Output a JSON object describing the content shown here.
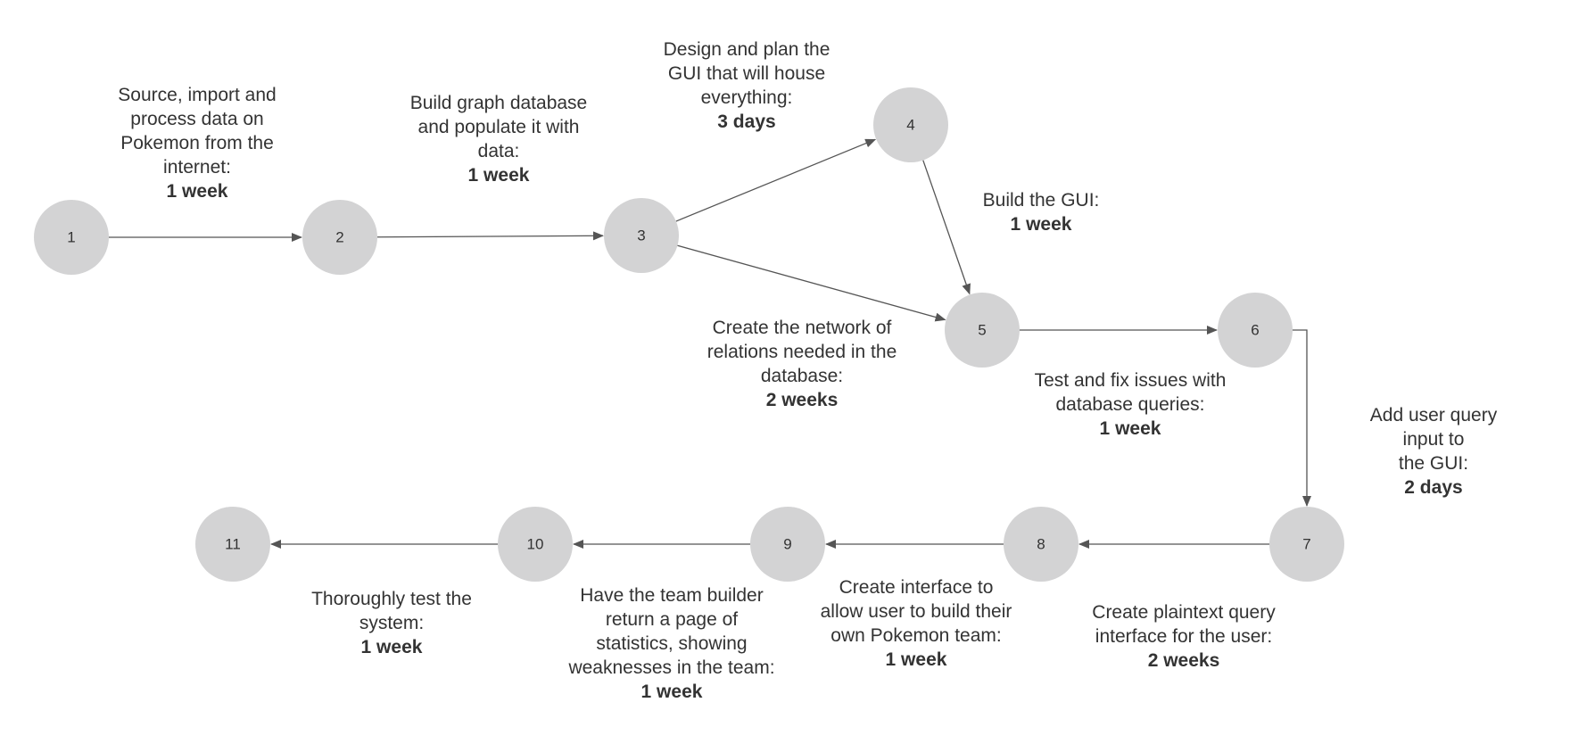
{
  "nodes": [
    {
      "id": "1",
      "label": "1"
    },
    {
      "id": "2",
      "label": "2"
    },
    {
      "id": "3",
      "label": "3"
    },
    {
      "id": "4",
      "label": "4"
    },
    {
      "id": "5",
      "label": "5"
    },
    {
      "id": "6",
      "label": "6"
    },
    {
      "id": "7",
      "label": "7"
    },
    {
      "id": "8",
      "label": "8"
    },
    {
      "id": "9",
      "label": "9"
    },
    {
      "id": "10",
      "label": "10"
    },
    {
      "id": "11",
      "label": "11"
    }
  ],
  "edges": [
    {
      "from": "1",
      "to": "2"
    },
    {
      "from": "2",
      "to": "3"
    },
    {
      "from": "3",
      "to": "4"
    },
    {
      "from": "3",
      "to": "5"
    },
    {
      "from": "4",
      "to": "5"
    },
    {
      "from": "5",
      "to": "6"
    },
    {
      "from": "6",
      "to": "7"
    },
    {
      "from": "7",
      "to": "8"
    },
    {
      "from": "8",
      "to": "9"
    },
    {
      "from": "9",
      "to": "10"
    },
    {
      "from": "10",
      "to": "11"
    }
  ],
  "tasks": [
    {
      "edge": "1-2",
      "lines": [
        "Source, import and",
        "process data on",
        "Pokemon from the",
        "internet:"
      ],
      "duration": "1 week"
    },
    {
      "edge": "2-3",
      "lines": [
        "Build graph database",
        "and populate it with",
        "data:"
      ],
      "duration": "1 week"
    },
    {
      "edge": "3-4",
      "lines": [
        "Design and plan the",
        "GUI that will house",
        "everything:"
      ],
      "duration": "3 days"
    },
    {
      "edge": "4-5",
      "lines": [
        "Build the GUI:"
      ],
      "duration": "1 week"
    },
    {
      "edge": "3-5",
      "lines": [
        "Create the network of",
        "relations needed in the",
        "database:"
      ],
      "duration": "2 weeks"
    },
    {
      "edge": "5-6",
      "lines": [
        "Test and fix issues with",
        "database queries:"
      ],
      "duration": "1 week"
    },
    {
      "edge": "6-7",
      "lines": [
        "Add user query input to",
        "the GUI:"
      ],
      "duration": "2 days"
    },
    {
      "edge": "7-8",
      "lines": [
        "Create plaintext query",
        "interface for the user:"
      ],
      "duration": "2 weeks"
    },
    {
      "edge": "8-9",
      "lines": [
        "Create interface to",
        "allow user to build their",
        "own Pokemon team:"
      ],
      "duration": "1 week"
    },
    {
      "edge": "9-10",
      "lines": [
        "Have the team builder",
        "return a page of",
        "statistics, showing",
        "weaknesses in the team:"
      ],
      "duration": "1 week"
    },
    {
      "edge": "10-11",
      "lines": [
        "Thoroughly test the",
        "system:"
      ],
      "duration": "1 week"
    }
  ]
}
